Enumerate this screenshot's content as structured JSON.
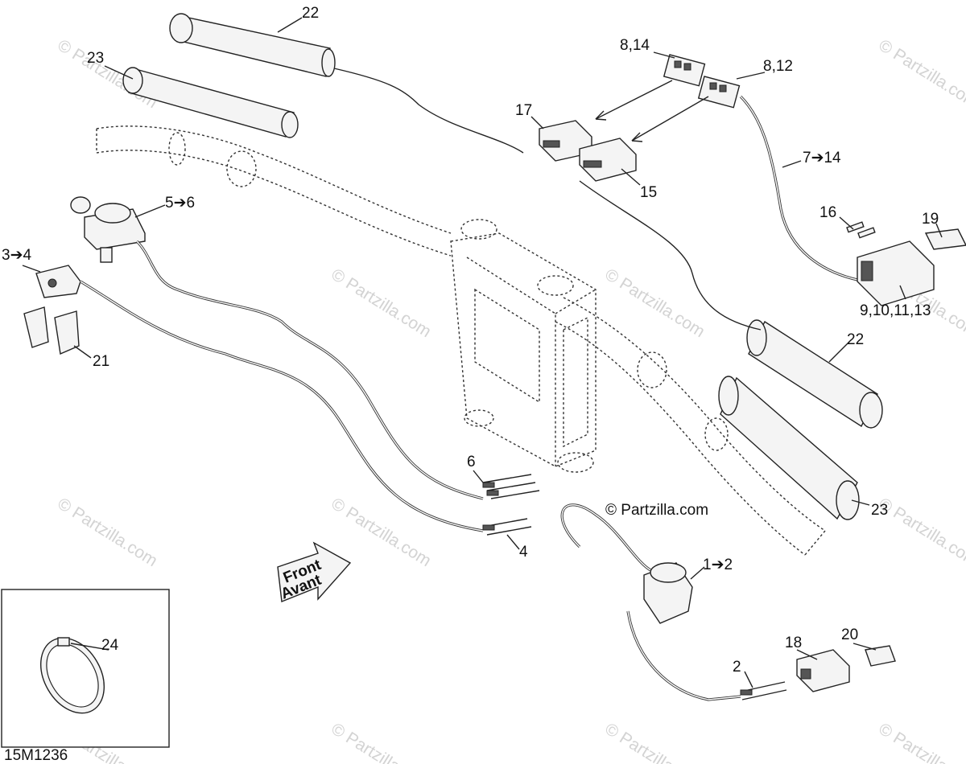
{
  "diagram": {
    "code": "15M1236",
    "direction_line1": "Front",
    "direction_line2": "Avant",
    "copyright": "© Partzilla.com",
    "watermark": "© Partzilla.com",
    "labels": {
      "l22a": "22",
      "l23a": "23",
      "l814": "8,14",
      "l812": "8,12",
      "l17": "17",
      "l15": "15",
      "l714": "7➔14",
      "l16": "16",
      "l19": "19",
      "l9": "9,10,11,13",
      "l56": "5➔6",
      "l34": "3➔4",
      "l21": "21",
      "l22b": "22",
      "l23b": "23",
      "l6": "6",
      "l4": "4",
      "l12": "1➔2",
      "l24": "24",
      "l18": "18",
      "l20": "20",
      "l2": "2"
    }
  }
}
